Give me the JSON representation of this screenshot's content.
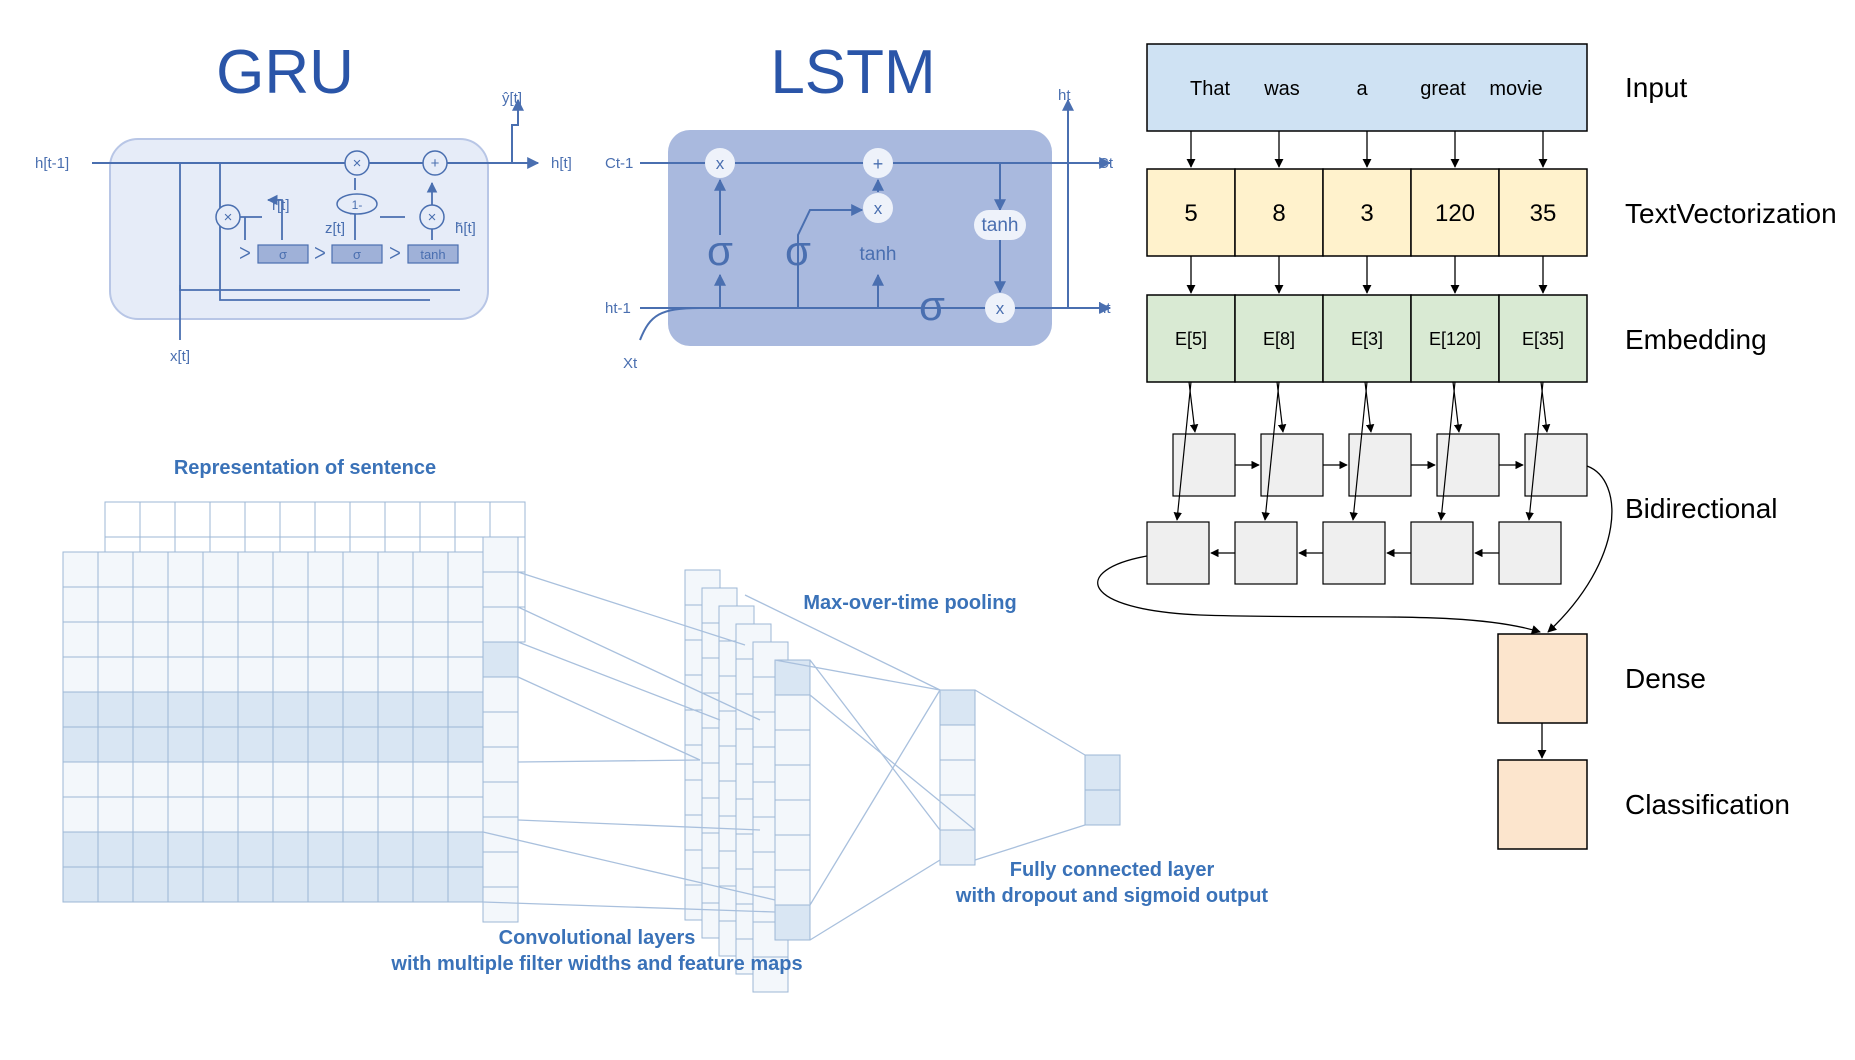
{
  "gru": {
    "title": "GRU",
    "h_prev": "h[t-1]",
    "h_out": "h[t]",
    "y_out": "ŷ[t]",
    "x_in": "x[t]",
    "r_gate": "r[t]",
    "z_gate": "z[t]",
    "h_cand": "h̃[t]",
    "one_minus": "1-",
    "sigma": "σ",
    "tanh": "tanh",
    "times": "×",
    "plus": "+"
  },
  "lstm": {
    "title": "LSTM",
    "c_prev": "Ct-1",
    "c_out": "Ct",
    "h_prev": "ht-1",
    "h_out": "ht",
    "h_top": "ht",
    "x_in": "Xt",
    "sigma": "σ",
    "tanh": "tanh",
    "times": "x",
    "plus": "+"
  },
  "cnn": {
    "representation": "Representation of sentence",
    "pooling": "Max-over-time pooling",
    "conv_line1": "Convolutional layers",
    "conv_line2": "with multiple filter widths and feature maps",
    "fc_line1": "Fully connected layer",
    "fc_line2": "with dropout and sigmoid output"
  },
  "pipeline": {
    "layers": {
      "input": "Input",
      "vectorization": "TextVectorization",
      "embedding": "Embedding",
      "bidirectional": "Bidirectional",
      "dense": "Dense",
      "classification": "Classification"
    },
    "words": [
      "That",
      "was",
      "a",
      "great",
      "movie"
    ],
    "token_ids": [
      "5",
      "8",
      "3",
      "120",
      "35"
    ],
    "embeddings": [
      "E[5]",
      "E[8]",
      "E[3]",
      "E[120]",
      "E[35]"
    ],
    "colors": {
      "input": "#cfe2f3",
      "vectorization": "#fff2cc",
      "embedding": "#d9ead3",
      "rnn": "#efefef",
      "dense": "#fce5cd"
    }
  },
  "colors": {
    "diagram_blue": "#4a6fb0",
    "cnn_blue": "#3a72b8"
  }
}
